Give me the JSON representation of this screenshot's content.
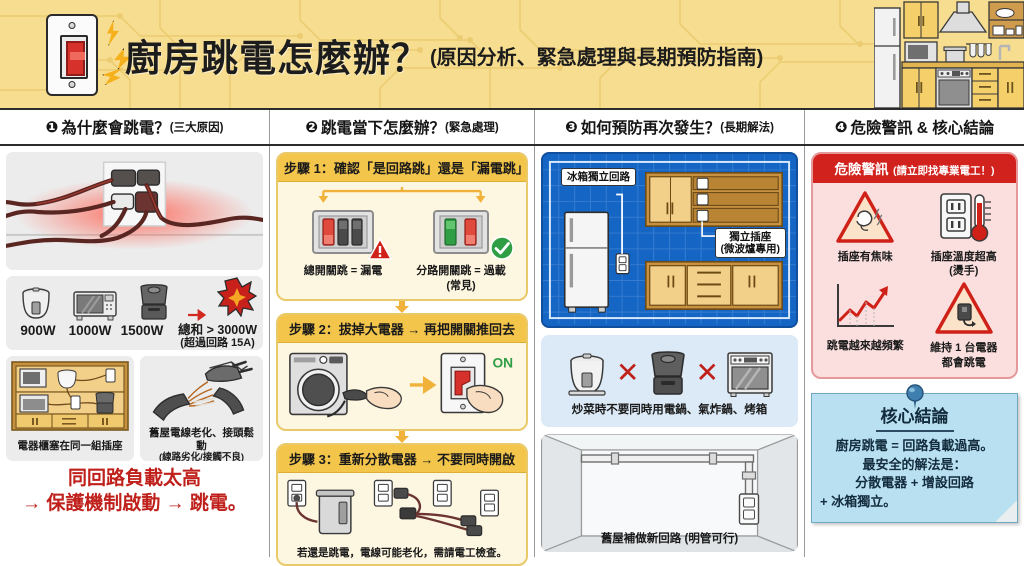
{
  "header": {
    "title": "廚房跳電怎麼辦？",
    "subtitle": "(原因分析、緊急處理與長期預防指南)",
    "icon_left": "light-switch-icon",
    "icon_right": "kitchen-illustration",
    "bg_color": "#f6dd8f",
    "accent_color": "#d6312b"
  },
  "columns": [
    {
      "number": "❶",
      "title": "為什麼會跳電？",
      "paren": "(三大原因)"
    },
    {
      "number": "❷",
      "title": "跳電當下怎麼辦？",
      "paren": "(緊急處理)"
    },
    {
      "number": "❸",
      "title": "如何預防再次發生？",
      "paren": "(長期解法)"
    },
    {
      "number": "❹",
      "title": "危險警訊 & 核心結論",
      "paren": ""
    }
  ],
  "col1": {
    "outlet_panel_name": "overloaded-outlet-illustration",
    "wattage": {
      "items": [
        {
          "appliance": "rice-cooker-icon",
          "label": "900W"
        },
        {
          "appliance": "microwave-icon",
          "label": "1000W"
        },
        {
          "appliance": "air-fryer-icon",
          "label": "1500W"
        }
      ],
      "sum_line1": "總和 > 3000W",
      "sum_line2": "(超過回路 15A)"
    },
    "cabinet_caption": "電器櫃塞在同一組插座",
    "wire_caption_line1": "舊屋電線老化、接頭鬆動",
    "wire_caption_line2": "(線路劣化/接觸不良)",
    "conclusion_line1": "同回路負載太高",
    "conclusion_line2": "→ 保護機制啟動 → 跳電。",
    "conclusion_color": "#c0201b"
  },
  "col2": {
    "steps": [
      {
        "head": "步驟 1：確認「是回路跳」還是「漏電跳」",
        "left_caption": "總開關跳 = 漏電",
        "left_badge": "warning-triangle-icon",
        "right_caption": "分路開關跳 = 過載",
        "right_caption_sub": "(常見)",
        "right_badge": "check-circle-icon"
      },
      {
        "head": "步驟 2：拔掉大電器 → 再把開關推回去",
        "on_label": "ON",
        "icons": "washing-machine-icon, hand-unplug-icon, wall-switch-icon"
      },
      {
        "head": "步驟 3：重新分散電器 → 不要同時開啟",
        "caption": "若還是跳電，電線可能老化，需請電工檢查。"
      }
    ]
  },
  "col3": {
    "blueprint": {
      "label_fridge": "冰箱獨立回路",
      "label_outlet_line1": "獨立插座",
      "label_outlet_line2": "(微波爐專用)",
      "bg_color": "#1565c4"
    },
    "no_simultaneous_caption": "炒菜時不要同時用電鍋、氣炸鍋、烤箱",
    "no_simultaneous_icons": [
      "rice-cooker-icon",
      "air-fryer-icon",
      "oven-icon"
    ],
    "conduit_caption": "舊屋補做新回路 (明管可行)"
  },
  "col4": {
    "danger": {
      "title": "危險警訊",
      "title_sub": "(請立即找專業電工！)",
      "header_color": "#d2221e",
      "items": [
        {
          "icon": "burning-smell-icon",
          "caption_line1": "插座有焦味",
          "caption_line2": ""
        },
        {
          "icon": "hot-outlet-icon",
          "caption_line1": "插座溫度超高",
          "caption_line2": "(燙手)"
        },
        {
          "icon": "rising-chart-icon",
          "caption_line1": "跳電越來越頻繁",
          "caption_line2": ""
        },
        {
          "icon": "single-appliance-trip-icon",
          "caption_line1": "維持 1 台電器",
          "caption_line2": "都會跳電"
        }
      ]
    },
    "conclusion": {
      "title": "核心結論",
      "line1": "廚房跳電 = 回路負載過高。",
      "line2": "最安全的解法是：",
      "line3": "分散電器 + 增設回路",
      "line4": "+ 冰箱獨立。",
      "bg_color": "#b8e0f0"
    }
  }
}
